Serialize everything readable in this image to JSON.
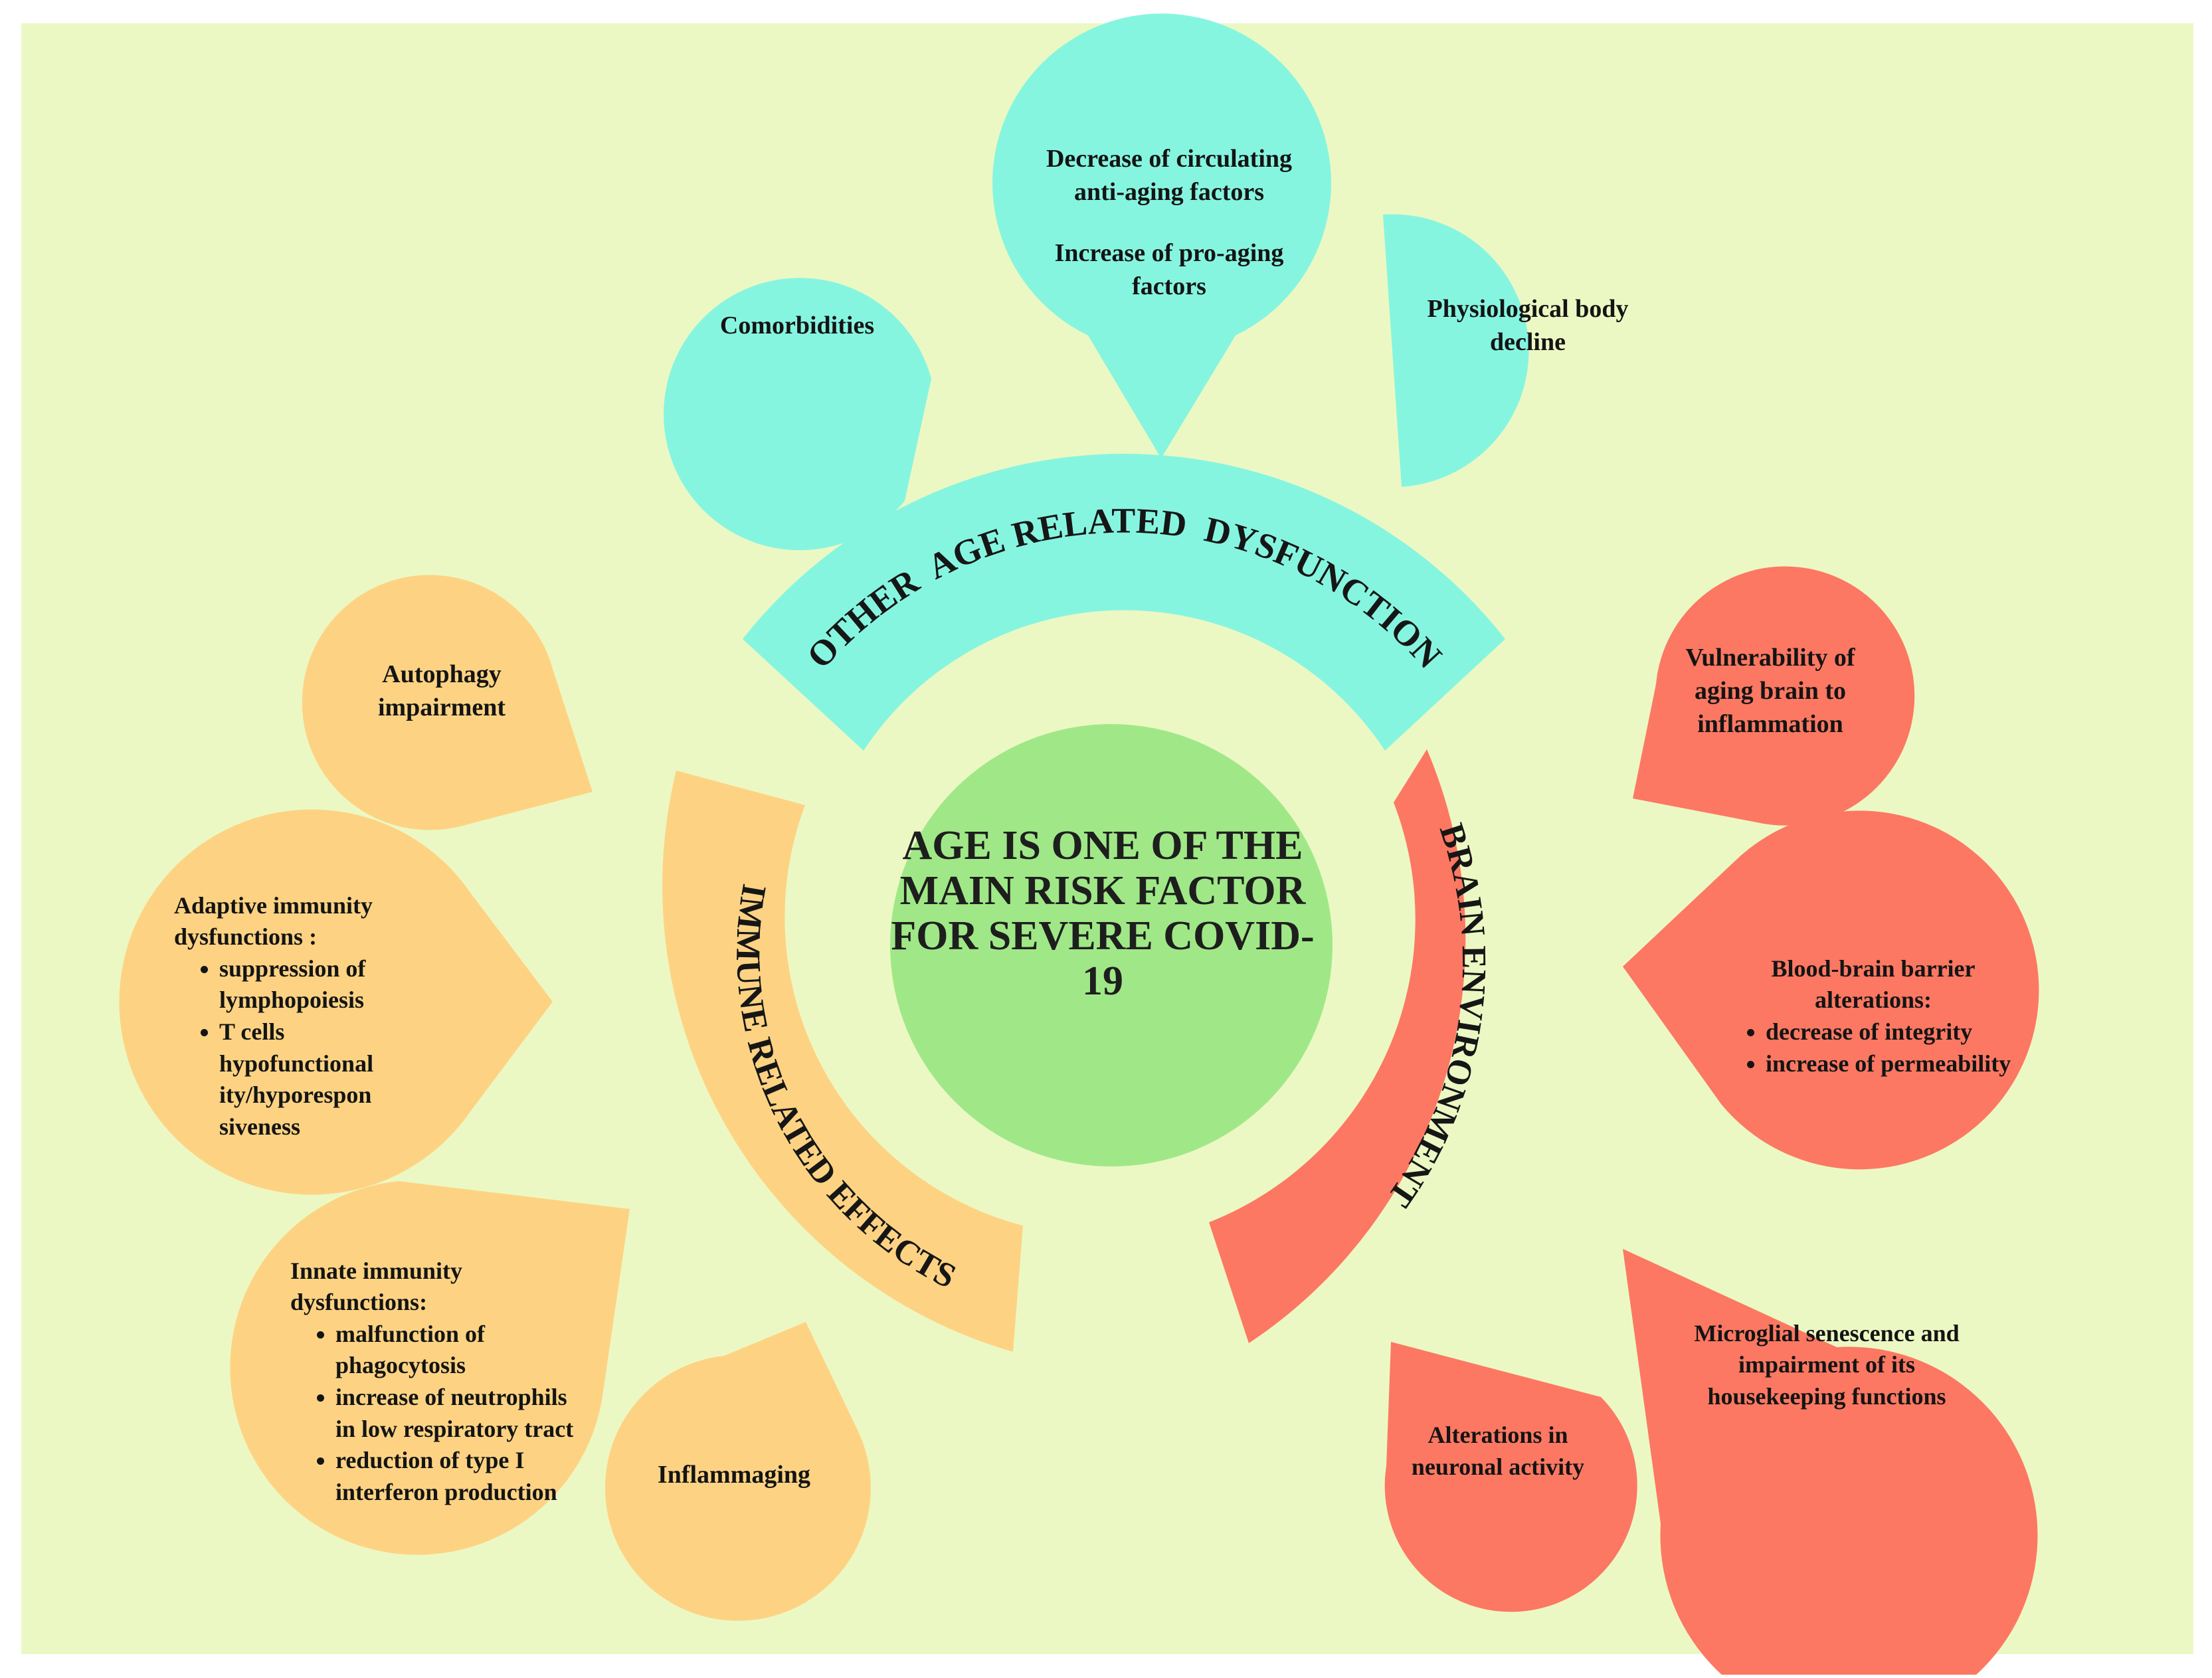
{
  "colors": {
    "background": "#ECF8C3",
    "teal": "#86F5E0",
    "orange": "#FDD383",
    "red": "#FC7862",
    "center": "#A0E887"
  },
  "center": {
    "title": "AGE IS ONE OF THE MAIN RISK FACTOR FOR SEVERE COVID-19"
  },
  "arcs": {
    "top": "OTHER  AGE RELATED  DYSFUNCTION",
    "left": "IMMUNE RELATED EFFECTS",
    "right": "BRAIN ENVIRONMENT"
  },
  "teal_bubbles": {
    "comorbidities": "Comorbidities",
    "aging_factors": {
      "line1": "Decrease of circulating anti-aging factors",
      "line2": "Increase of pro-aging factors"
    },
    "physiological": "Physiological body decline"
  },
  "orange_bubbles": {
    "autophagy": "Autophagy impairment",
    "adaptive": {
      "heading": "Adaptive immunity dysfunctions :",
      "items": [
        "suppression of lymphopoiesis",
        "T cells hypofunctional ity/hyporespon siveness"
      ]
    },
    "innate": {
      "heading": "Innate immunity dysfunctions:",
      "items": [
        "malfunction of phagocytosis",
        "increase of neutrophils in low respiratory tract",
        "reduction of type I interferon production"
      ]
    },
    "inflammaging": "Inflammaging"
  },
  "red_bubbles": {
    "vulnerability": "Vulnerability of aging brain to inflammation",
    "bbb": {
      "heading": "Blood-brain barrier alterations:",
      "items": [
        "decrease of integrity",
        "increase of permeability"
      ]
    },
    "microglial": "Microglial senescence and impairment of its housekeeping functions",
    "neuronal": "Alterations in neuronal activity"
  }
}
